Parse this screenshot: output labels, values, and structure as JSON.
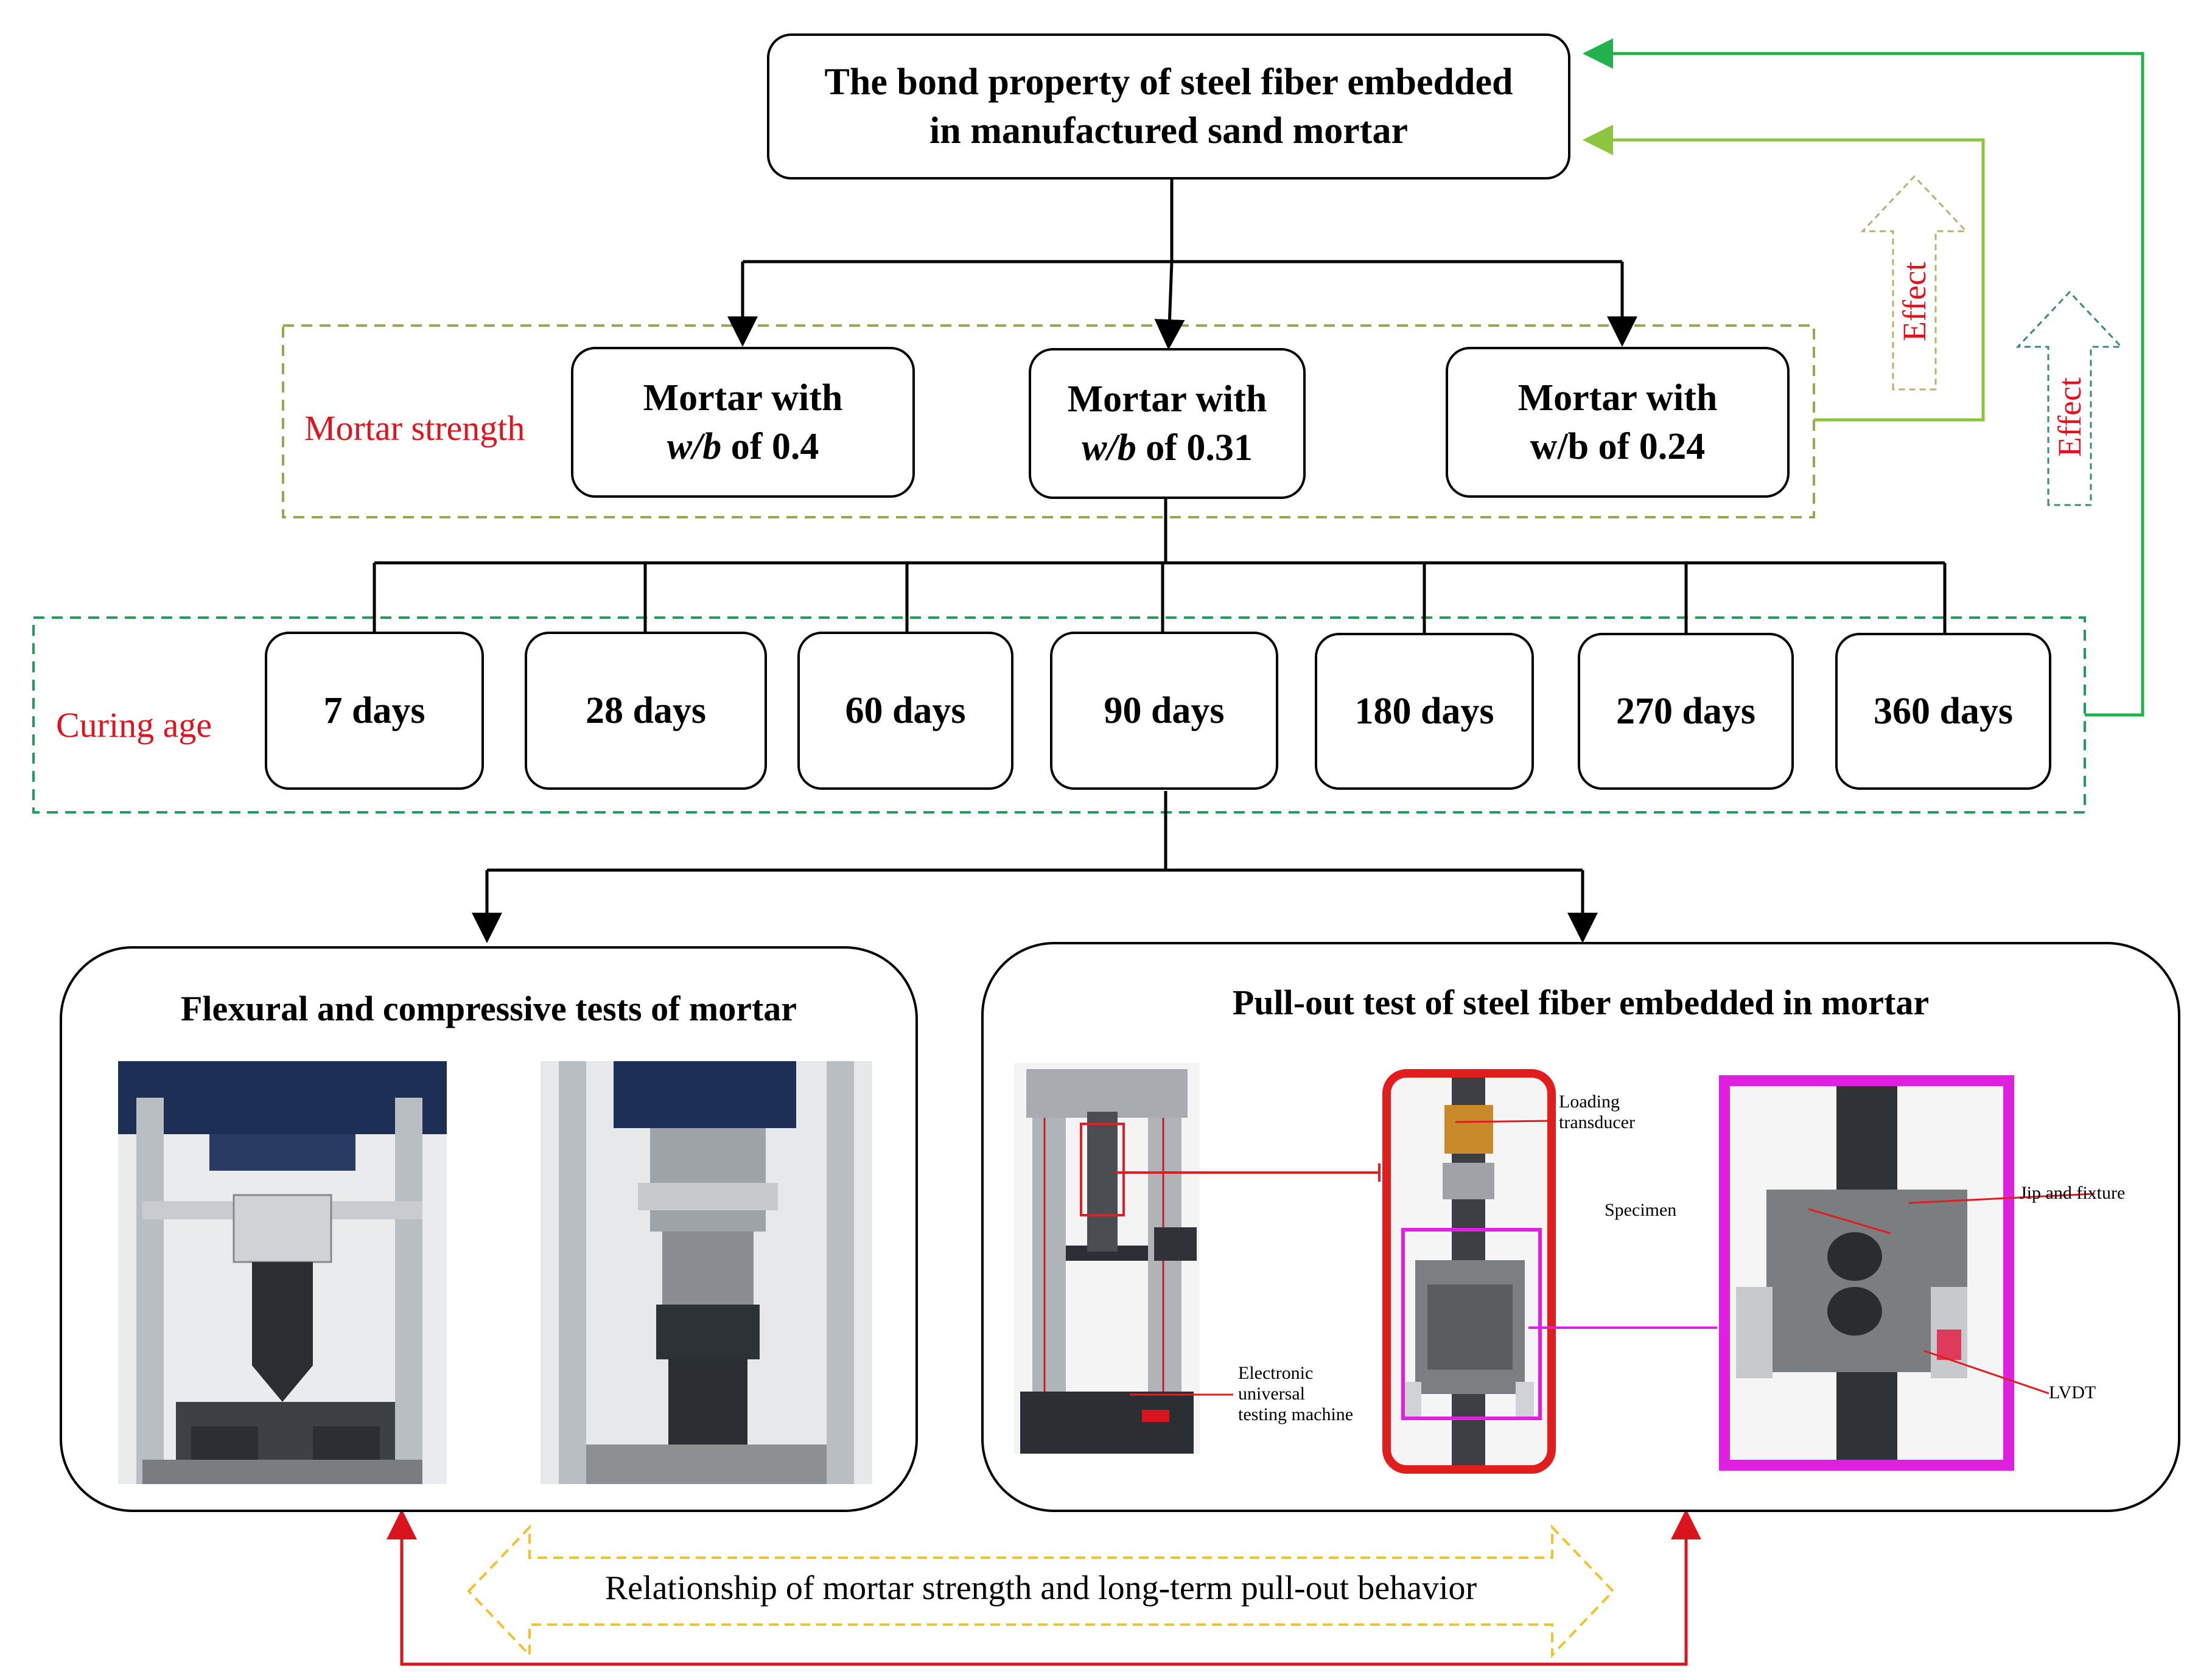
{
  "top_box": {
    "line1": "The bond property of steel fiber embedded",
    "line2": "in manufactured sand mortar"
  },
  "strength_group": {
    "label": "Mortar strength",
    "items": [
      {
        "line1": "Mortar with",
        "wb": "w/b",
        "rest": " of 0.4"
      },
      {
        "line1": "Mortar with",
        "wb": "w/b",
        "rest": " of 0.31"
      },
      {
        "line1": "Mortar with",
        "wb": "",
        "rest": "w/b of 0.24"
      }
    ]
  },
  "curing_group": {
    "label": "Curing age",
    "items": [
      "7 days",
      "28 days",
      "60 days",
      "90 days",
      "180 days",
      "270 days",
      "360 days"
    ]
  },
  "left_panel": {
    "title": "Flexural and compressive tests of mortar"
  },
  "right_panel": {
    "title": "Pull-out test of steel fiber embedded in mortar",
    "annotations": {
      "machine": "Electronic\nuniversal\ntesting machine",
      "loading": "Loading\ntransducer",
      "specimen": "Specimen",
      "jig": "Jip and fixture",
      "lvdt": "LVDT"
    }
  },
  "effect_labels": [
    "Effect",
    "Effect"
  ],
  "relationship": "Relationship of mortar strength and long-term pull-out behavior",
  "colors": {
    "label_red": "#e0141e",
    "strength_dash": "#9aa64e",
    "curing_dash": "#1f9e5a",
    "effect_arrow_light_green": "#8cc63f",
    "effect_arrow_green": "#22b14c",
    "feedback_red": "#d9141e",
    "relation_yellow": "#f2c12e",
    "magenta": "#e020e0"
  }
}
